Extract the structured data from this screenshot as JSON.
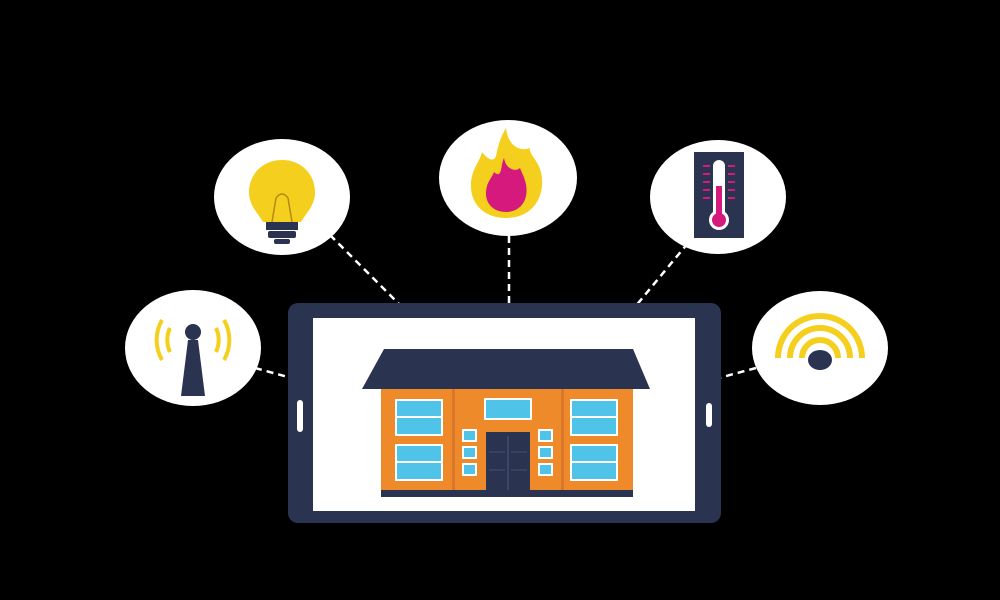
{
  "colors": {
    "background": "#000000",
    "bubble": "#ffffff",
    "navy": "#2a3350",
    "yellow": "#f5cf1d",
    "magenta": "#d6197d",
    "orange": "#ef8a2b",
    "window_blue": "#4fc3e8",
    "connector": "#ffffff"
  },
  "diagram": {
    "center": "smartphone-with-house",
    "nodes": [
      {
        "name": "light-bulb",
        "icon": "light-bulb-icon"
      },
      {
        "name": "fire",
        "icon": "flame-icon"
      },
      {
        "name": "thermometer",
        "icon": "thermometer-icon"
      },
      {
        "name": "antenna",
        "icon": "broadcast-antenna-icon"
      },
      {
        "name": "wifi",
        "icon": "wifi-signal-icon"
      }
    ]
  }
}
